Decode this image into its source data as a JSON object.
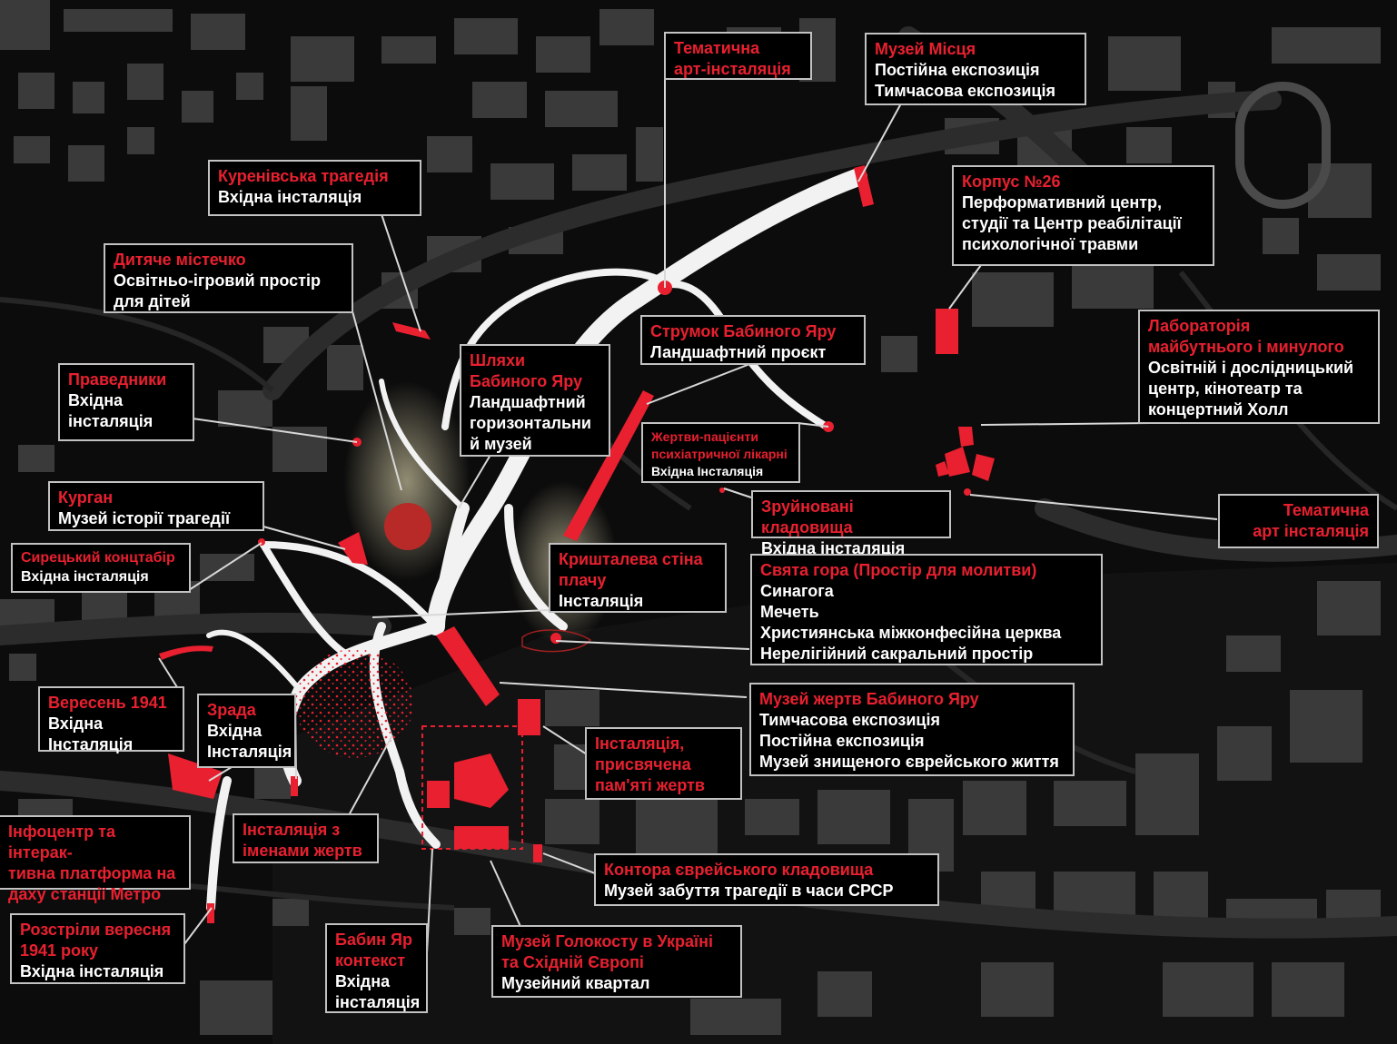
{
  "colors": {
    "background": "#0b0b0b",
    "accent_red": "#e8202f",
    "route_white": "#f2f2f2",
    "label_border": "#c2c2c2"
  },
  "labels": {
    "tematychna_top": {
      "title": [
        "Тематична",
        "арт-інсталяція"
      ],
      "desc": []
    },
    "muzei_mistsia": {
      "title": [
        "Музей Місця"
      ],
      "desc": [
        "Постійна експозиція",
        "Тимчасова експозиція"
      ]
    },
    "kurenivska": {
      "title": [
        "Куренівська трагедія"
      ],
      "desc": [
        "Вхідна інсталяція"
      ]
    },
    "korpus26": {
      "title": [
        "Корпус №26"
      ],
      "desc": [
        "Перформативний центр,",
        "студії та Центр реабілітації",
        "психологічної травми"
      ]
    },
    "dytiache": {
      "title": [
        "Дитяче містечко"
      ],
      "desc": [
        "Освітньо-ігровий простір",
        "для дітей"
      ]
    },
    "strumok": {
      "title": [
        "Струмок Бабиного Яру"
      ],
      "desc": [
        "Ландшафтний проєкт"
      ]
    },
    "laboratoriia": {
      "title": [
        "Лабораторія",
        "майбутнього і минулого"
      ],
      "desc": [
        "Освітній і дослідницький",
        "центр, кінотеатр та",
        "концертний Холл"
      ]
    },
    "pravednyky": {
      "title": [
        "Праведники"
      ],
      "desc": [
        "Вхідна",
        "інсталяція"
      ]
    },
    "shliakhy": {
      "title": [
        "Шляхи",
        "Бабиного Яру"
      ],
      "desc": [
        "Ландшафтний",
        "горизонтальни",
        "й музей"
      ]
    },
    "zhertvy_patsienty": {
      "title": [
        "Жертви-пацієнти",
        "психіатричної лікарні"
      ],
      "desc": [
        "Вхідна Інсталяція"
      ]
    },
    "zruinovani": {
      "title": [
        "Зруйновані кладовища"
      ],
      "desc": [
        "Вхідна інсталяція"
      ]
    },
    "tematychna_right": {
      "title": [
        "Тематична",
        "арт інсталяція"
      ],
      "desc": []
    },
    "kurhan": {
      "title": [
        "Курган"
      ],
      "desc": [
        "Музей історії трагедії"
      ]
    },
    "syretskyi": {
      "title": [
        "Сирецький концтабір"
      ],
      "desc": [
        "Вхідна інсталяція"
      ]
    },
    "kryshtaleva": {
      "title": [
        "Кришталева стіна",
        "плачу"
      ],
      "desc": [
        "Інсталяція"
      ]
    },
    "sviata_hora": {
      "title": [
        "Свята гора (Простір для молитви)"
      ],
      "desc": [
        "Синагога",
        "Мечеть",
        "Християнська міжконфесійна церква",
        "Нерелігійний сакральний простір"
      ]
    },
    "veresen1941": {
      "title": [
        "Вересень 1941"
      ],
      "desc": [
        "Вхідна",
        "Інсталяція"
      ]
    },
    "zrada": {
      "title": [
        "Зрада"
      ],
      "desc": [
        "Вхідна",
        "Інсталяція"
      ]
    },
    "muzei_zhertv": {
      "title": [
        "Музей жертв Бабиного Яру"
      ],
      "desc": [
        "Тимчасова експозиція",
        "Постійна експозиція",
        "Музей знищеного єврейського життя"
      ]
    },
    "instaliatsiia_pamiati": {
      "title": [
        "Інсталяція,",
        "присвячена",
        "пам'яті жертв"
      ],
      "desc": []
    },
    "infotsentr": {
      "title": [
        "Інфоцентр та інтерак-",
        "тивна платформа на",
        "даху станції Метро"
      ],
      "desc": []
    },
    "imena": {
      "title": [
        "Інсталяція з",
        "іменами жертв"
      ],
      "desc": []
    },
    "kontora": {
      "title": [
        "Контора єврейського кладовища"
      ],
      "desc": [
        "Музей забуття трагедії в часи СРСР"
      ]
    },
    "rozstrily": {
      "title": [
        "Розстріли вересня",
        "1941 року"
      ],
      "desc": [
        "Вхідна інсталяція"
      ]
    },
    "babyn_yar_kontekst": {
      "title": [
        "Бабин Яр",
        "контекст"
      ],
      "desc": [
        "Вхідна",
        "інсталяція"
      ]
    },
    "muzei_holokostu": {
      "title": [
        "Музей Голокосту в Україні",
        "та Східній Європі"
      ],
      "desc": [
        "Музейний квартал"
      ]
    }
  }
}
